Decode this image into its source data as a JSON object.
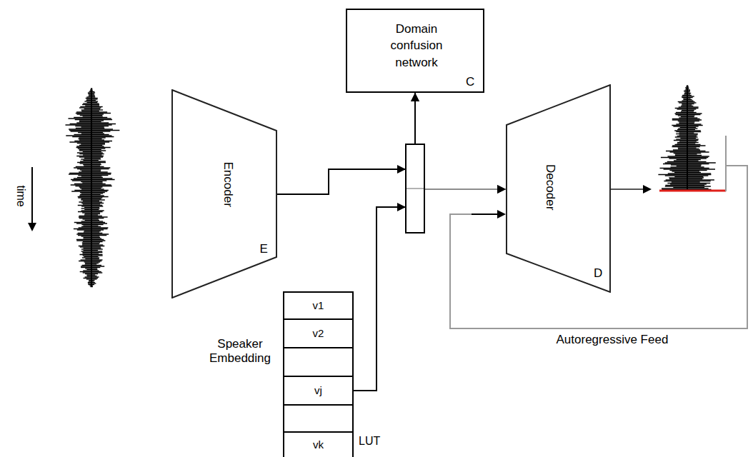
{
  "diagram": {
    "nodes": [
      {
        "text": [
          "Domain confusion network",
          "C"
        ]
      },
      {
        "text": [
          "Encoder",
          "E"
        ]
      },
      {
        "text": [
          "Decoder",
          "D"
        ]
      },
      {
        "text": [
          "Speaker Embedding",
          "LUT"
        ]
      },
      {
        "text": [
          "v1"
        ],
        "in": 3
      },
      {
        "text": [
          "v2"
        ],
        "in": 3
      },
      {
        "text": [
          "vj"
        ],
        "in": 3
      },
      {
        "text": [
          "vk"
        ],
        "in": 3
      }
    ],
    "edges": [
      {
        "from": 1,
        "to": 0,
        "arrow": "to"
      },
      {
        "from": 1,
        "to": 2,
        "arrow": "to"
      },
      {
        "from": 6,
        "to": 0,
        "arrow": "to"
      },
      {
        "from": 6,
        "to": 2,
        "arrow": "to"
      }
    ],
    "labels": [
      "time",
      "Autoregressive Feed"
    ]
  }
}
